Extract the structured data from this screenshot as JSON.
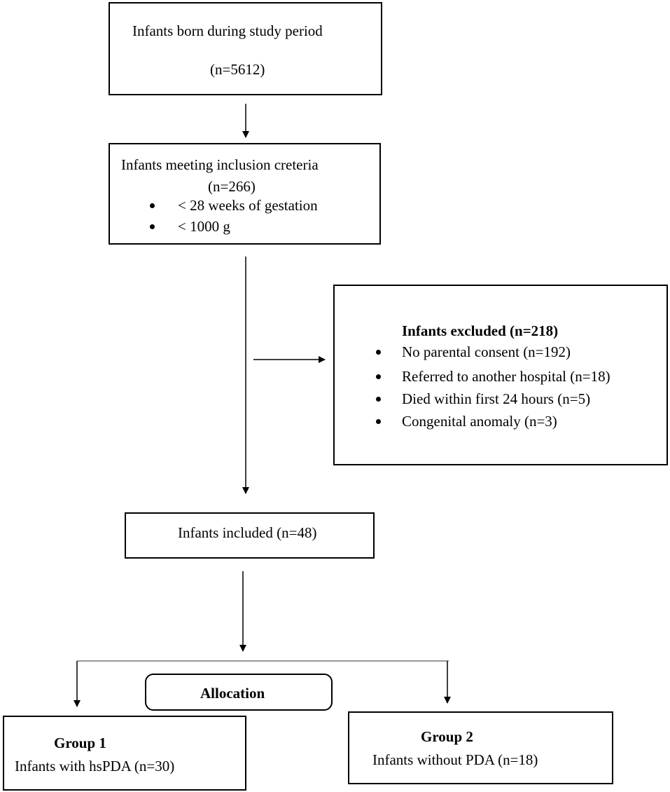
{
  "born": {
    "title": "Infants born during study period",
    "count": "(n=5612)"
  },
  "inclusion": {
    "title": "Infants meeting inclusion creteria",
    "count": "(n=266)",
    "criteria": [
      "< 28 weeks of gestation",
      "< 1000 g"
    ]
  },
  "excluded": {
    "title": "Infants excluded (n=218)",
    "reasons": [
      "No parental consent (n=192)",
      "Referred to another hospital (n=18)",
      "Died within first 24 hours (n=5)",
      "Congenital anomaly (n=3)"
    ]
  },
  "included": {
    "title": "Infants included (n=48)"
  },
  "allocation": {
    "label": "Allocation"
  },
  "group1": {
    "title": "Group 1",
    "description": "Infants with hsPDA (n=30)"
  },
  "group2": {
    "title": "Group 2",
    "description": "Infants without PDA (n=18)"
  }
}
